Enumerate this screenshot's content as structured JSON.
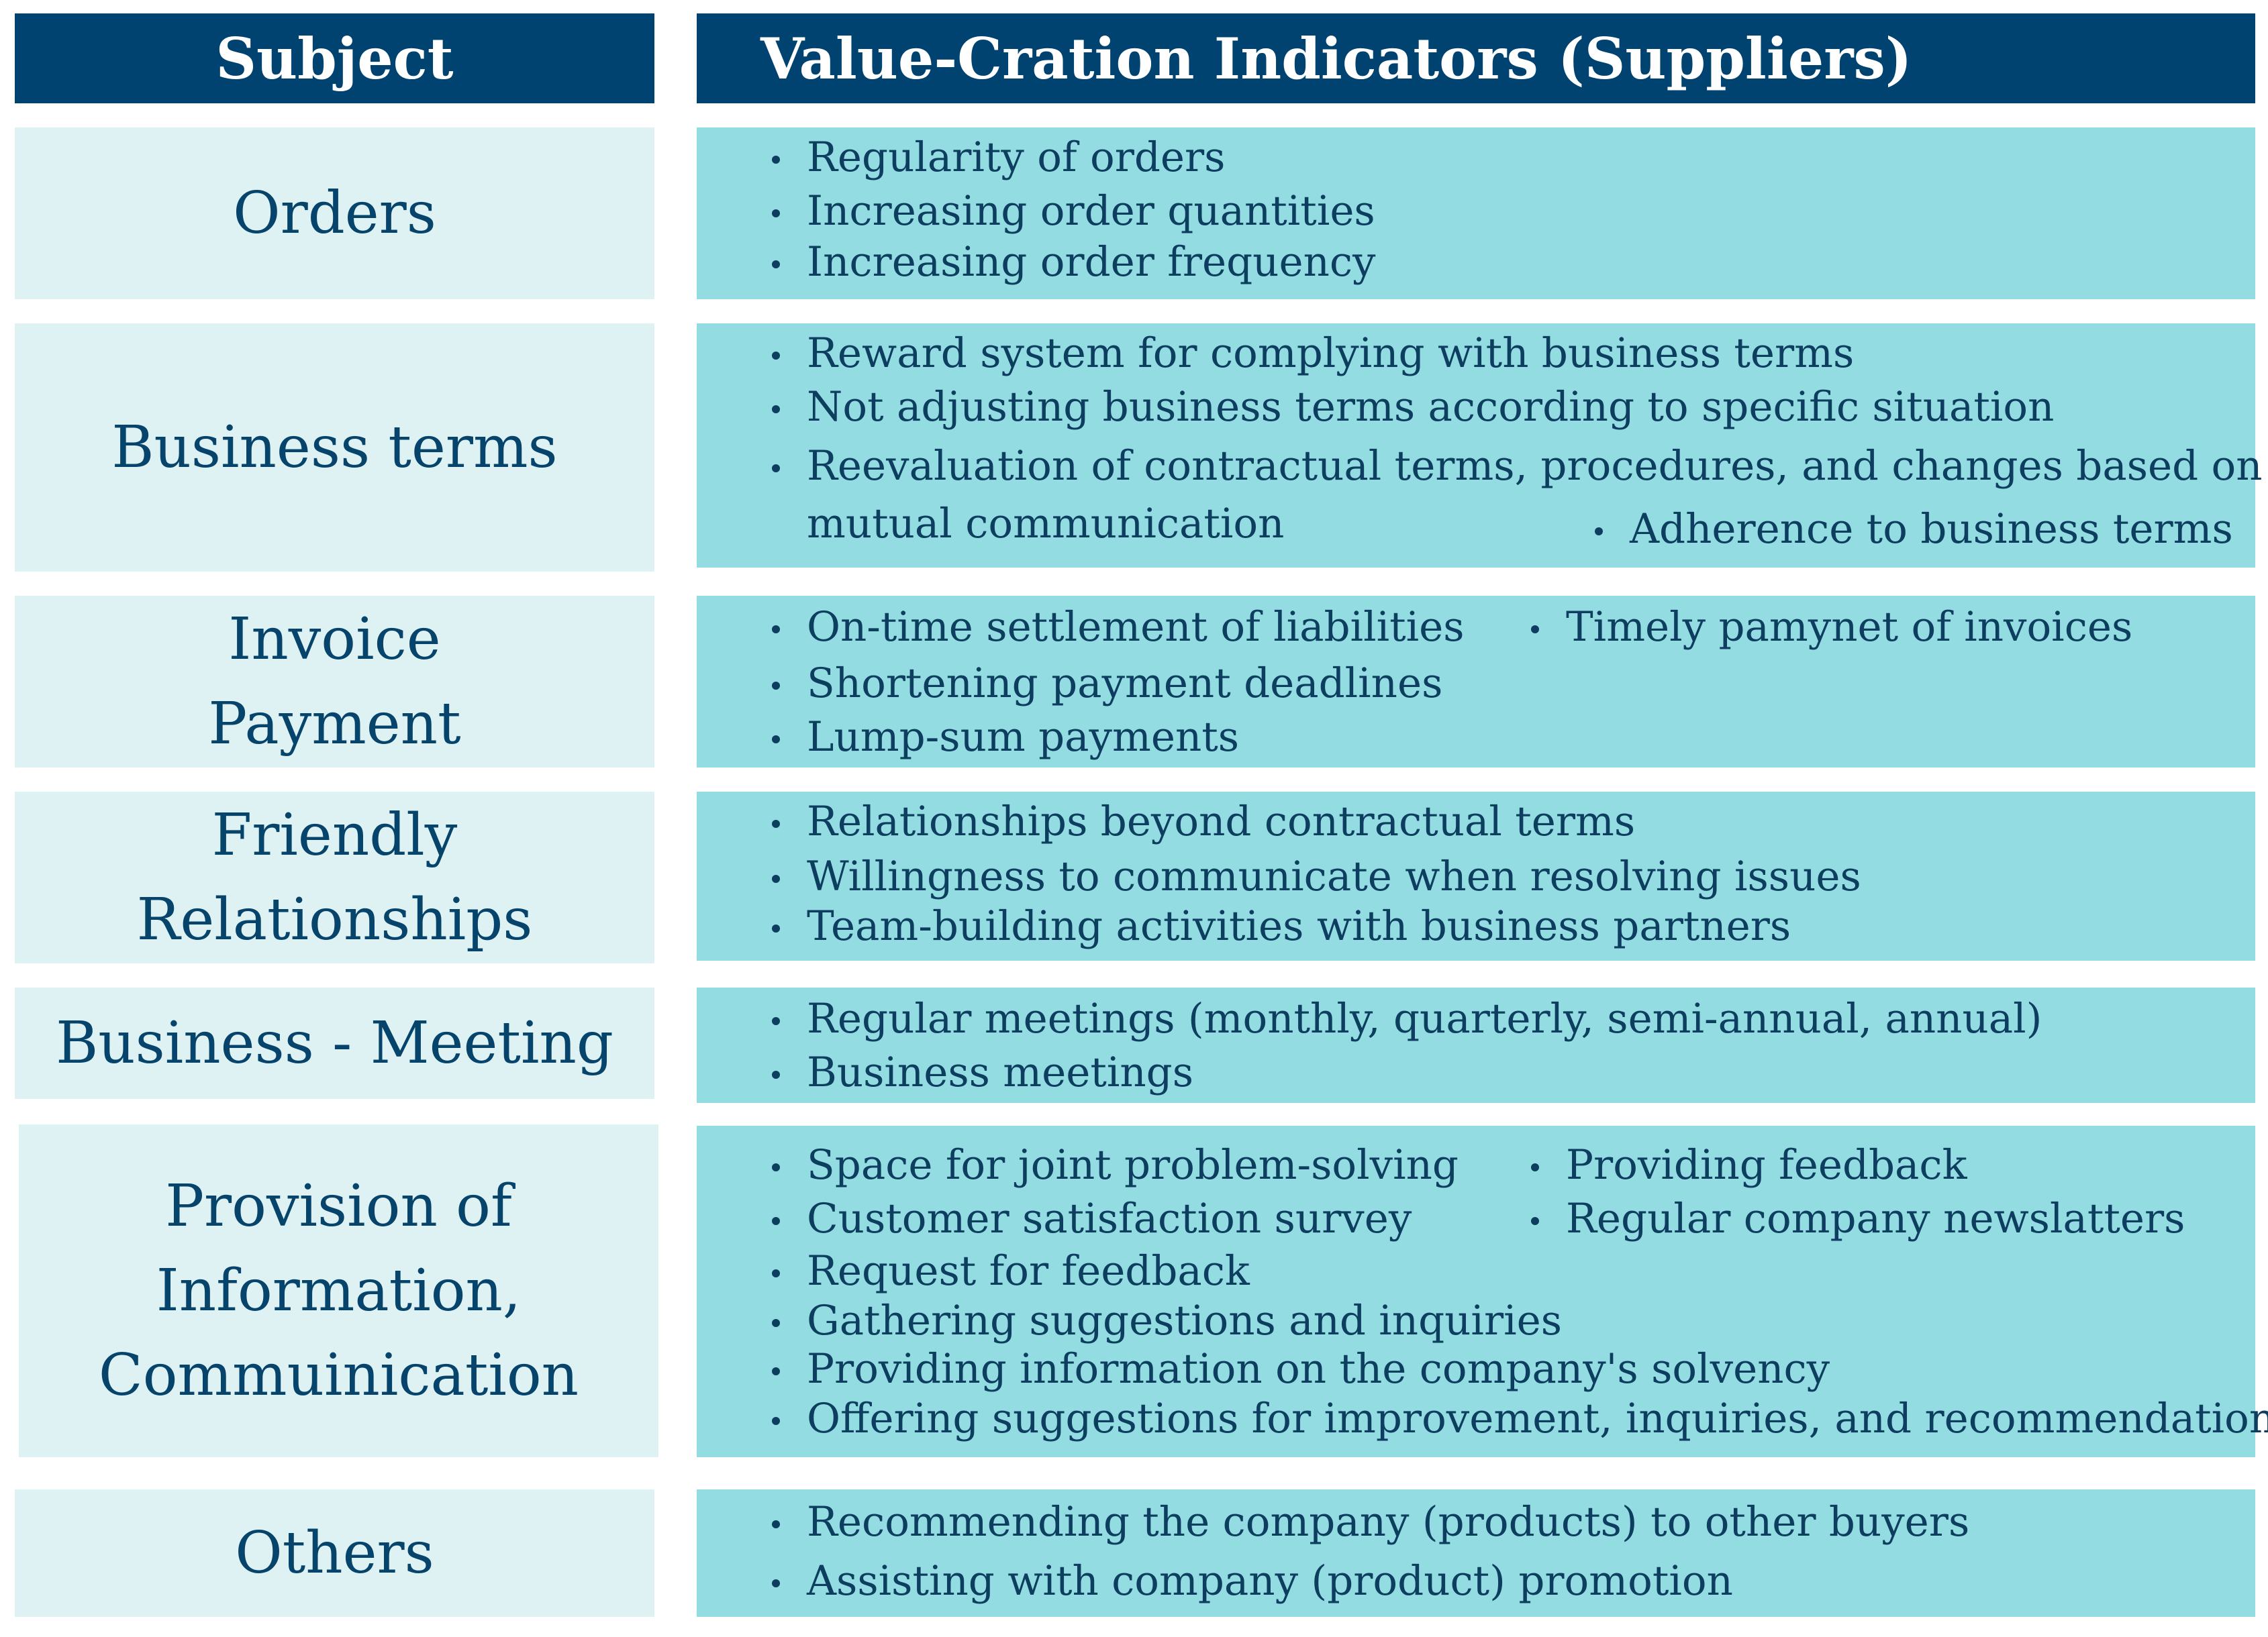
{
  "header": {
    "subject": "Subject",
    "indicators": "Value-Cration Indicators (Suppliers)"
  },
  "rows": [
    {
      "subject": [
        "Orders"
      ],
      "items": [
        "Regularity of orders",
        "Increasing order quantities",
        "Increasing order frequency"
      ]
    },
    {
      "subject": [
        "Business terms"
      ],
      "items": [
        "Reward system for complying with business terms",
        "Not adjusting business terms according to specific situation",
        "Reevaluation of contractual terms, procedures, and changes based on",
        "mutual communication",
        "Adherence to business terms"
      ]
    },
    {
      "subject": [
        "Invoice",
        "Payment"
      ],
      "items": [
        "On-time settlement of liabilities",
        "Timely pamynet of invoices",
        "Shortening payment deadlines",
        "Lump-sum payments"
      ]
    },
    {
      "subject": [
        "Friendly",
        "Relationships"
      ],
      "items": [
        "Relationships beyond contractual terms",
        "Willingness to communicate when resolving issues",
        "Team-building activities with business partners"
      ]
    },
    {
      "subject": [
        "Business - Meeting"
      ],
      "items": [
        "Regular meetings (monthly, quarterly, semi-annual, annual)",
        "Business meetings"
      ]
    },
    {
      "subject": [
        "Provision of",
        "Information,",
        "Commuinication"
      ],
      "items": [
        "Space for joint problem-solving",
        "Providing feedback",
        "Customer satisfaction survey",
        "Regular company newslatters",
        "Request for feedback",
        "Gathering suggestions and inquiries",
        "Providing information on the company's solvency",
        "Offering suggestions for improvement, inquiries, and recommendations"
      ]
    },
    {
      "subject": [
        "Others"
      ],
      "items": [
        "Recommending the company (products) to other buyers",
        "Assisting with company (product) promotion"
      ]
    }
  ]
}
